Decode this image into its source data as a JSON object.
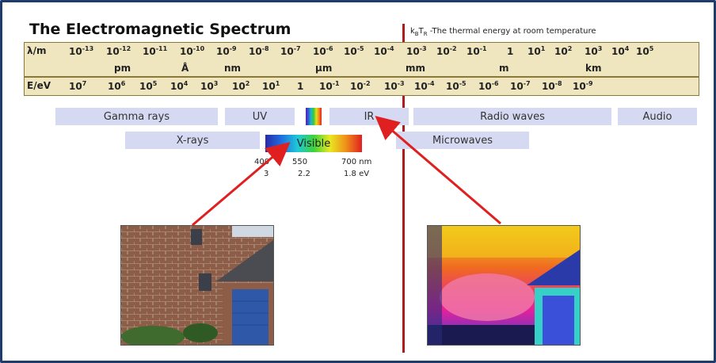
{
  "title": "The Electromagnetic Spectrum",
  "thermal_note": {
    "symbol_main": "k",
    "symbol_sub1": "B",
    "symbol_t": "T",
    "symbol_sub2": "R",
    "text": " -The thermal energy at room temperature"
  },
  "wavelength_row": {
    "label": "λ/m",
    "values": [
      {
        "base": "10",
        "exp": "-13"
      },
      {
        "base": "10",
        "exp": "-12"
      },
      {
        "base": "10",
        "exp": "-11"
      },
      {
        "base": "10",
        "exp": "-10"
      },
      {
        "base": "10",
        "exp": "-9"
      },
      {
        "base": "10",
        "exp": "-8"
      },
      {
        "base": "10",
        "exp": "-7"
      },
      {
        "base": "10",
        "exp": "-6"
      },
      {
        "base": "10",
        "exp": "-5"
      },
      {
        "base": "10",
        "exp": "-4"
      },
      {
        "base": "10",
        "exp": "-3"
      },
      {
        "base": "10",
        "exp": "-2"
      },
      {
        "base": "10",
        "exp": "-1"
      },
      {
        "base": "1",
        "exp": ""
      },
      {
        "base": "10",
        "exp": "1"
      },
      {
        "base": "10",
        "exp": "2"
      },
      {
        "base": "10",
        "exp": "3"
      },
      {
        "base": "10",
        "exp": "4"
      },
      {
        "base": "10",
        "exp": "5"
      }
    ],
    "units": [
      "pm",
      "Å",
      "nm",
      "μm",
      "mm",
      "m",
      "km"
    ]
  },
  "energy_row": {
    "label": "E/eV",
    "values": [
      {
        "base": "10",
        "exp": "7"
      },
      {
        "base": "10",
        "exp": "6"
      },
      {
        "base": "10",
        "exp": "5"
      },
      {
        "base": "10",
        "exp": "4"
      },
      {
        "base": "10",
        "exp": "3"
      },
      {
        "base": "10",
        "exp": "2"
      },
      {
        "base": "10",
        "exp": "1"
      },
      {
        "base": "1",
        "exp": ""
      },
      {
        "base": "10",
        "exp": "-1"
      },
      {
        "base": "10",
        "exp": "-2"
      },
      {
        "base": "10",
        "exp": "-3"
      },
      {
        "base": "10",
        "exp": "-4"
      },
      {
        "base": "10",
        "exp": "-5"
      },
      {
        "base": "10",
        "exp": "-6"
      },
      {
        "base": "10",
        "exp": "-7"
      },
      {
        "base": "10",
        "exp": "-8"
      },
      {
        "base": "10",
        "exp": "-9"
      }
    ]
  },
  "regions": {
    "gamma": "Gamma rays",
    "uv": "UV",
    "ir": "IR",
    "radio": "Radio waves",
    "audio": "Audio",
    "xrays": "X-rays",
    "microwaves": "Microwaves",
    "visible": "Visible"
  },
  "visible_scale": {
    "wavelengths": [
      "400",
      "550",
      "700 nm"
    ],
    "energies": [
      "3",
      "2.2",
      "1.8 eV"
    ]
  },
  "colors": {
    "frame": "#1e3d6e",
    "band": "#efe6bf",
    "region_box": "#d6d9f2",
    "arrow": "#e02020",
    "thermal_line": "#b01c1c"
  },
  "photos": [
    "visible-light-house-photo",
    "infrared-thermal-house-photo"
  ]
}
